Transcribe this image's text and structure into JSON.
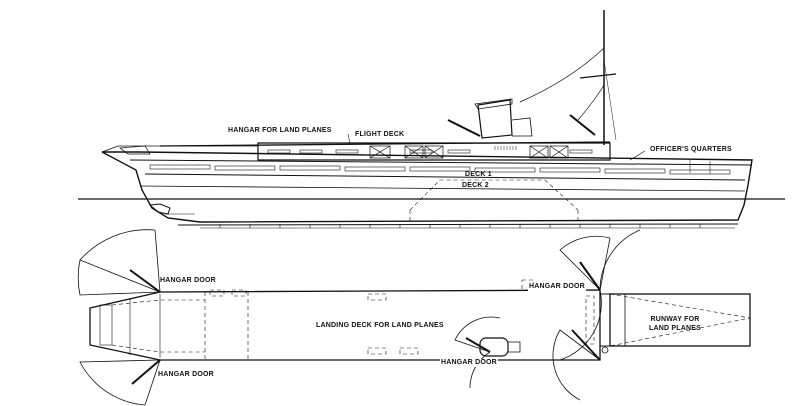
{
  "labels": {
    "hangar_land_planes": "HANGAR FOR LAND PLANES",
    "flight_deck": "FLIGHT DECK",
    "officers_quarters": "OFFICER'S QUARTERS",
    "deck_1": "DECK 1",
    "deck_2": "DECK 2",
    "hangar_door_top_left": "HANGAR DOOR",
    "hangar_door_top_right": "HANGAR DOOR",
    "landing_deck": "LANDING DECK FOR LAND PLANES",
    "hangar_door_mid": "HANGAR DOOR",
    "hangar_door_bottom_left": "HANGAR DOOR",
    "runway_line1": "RUNWAY FOR",
    "runway_line2": "LAND PLANES"
  },
  "colors": {
    "ink": "#111111",
    "paper": "#ffffff"
  }
}
